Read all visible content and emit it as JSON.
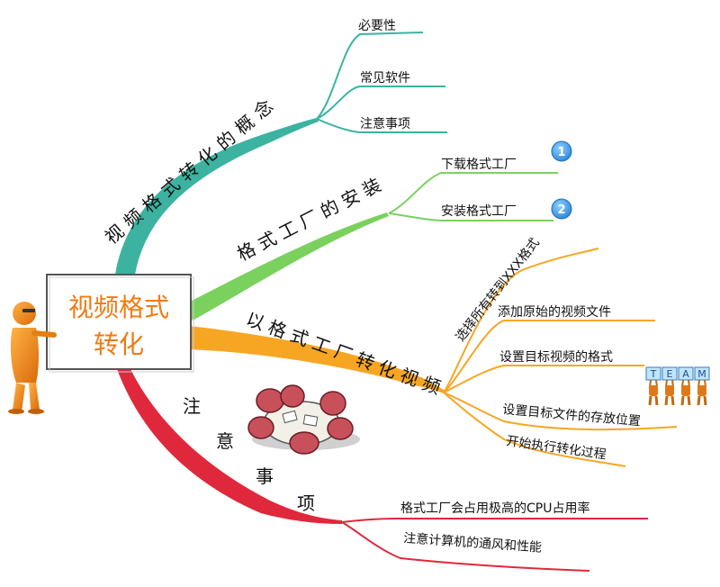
{
  "center": {
    "line1": "视频格式",
    "line2": "转化"
  },
  "branches": [
    {
      "title": "视频格式转化的概念",
      "color": "#3bb3a0",
      "children": [
        {
          "label": "必要性"
        },
        {
          "label": "常见软件"
        },
        {
          "label": "注意事项"
        }
      ]
    },
    {
      "title": "格式工厂的安装",
      "color": "#7ad15e",
      "children": [
        {
          "label": "下载格式工厂",
          "badge": "1"
        },
        {
          "label": "安装格式工厂",
          "badge": "2"
        }
      ]
    },
    {
      "title": "以格式工厂转化视频",
      "color": "#f7a623",
      "children": [
        {
          "label": "选择所有转到XXX格式"
        },
        {
          "label": "添加原始的视频文件"
        },
        {
          "label": "设置目标视频的格式"
        },
        {
          "label": "设置目标文件的存放位置"
        },
        {
          "label": "开始执行转化过程"
        }
      ]
    },
    {
      "title_chars": [
        "注",
        "意",
        "事",
        "项"
      ],
      "color": "#e0283c",
      "children": [
        {
          "label": "格式工厂会占用极高的CPU占用率"
        },
        {
          "label": "注意计算机的通风和性能"
        }
      ]
    }
  ],
  "team_letters": [
    "T",
    "E",
    "A",
    "M"
  ],
  "colors": {
    "badge": "#3a9be8",
    "center_text": "#f07a12",
    "figure": "#f08a1c"
  }
}
